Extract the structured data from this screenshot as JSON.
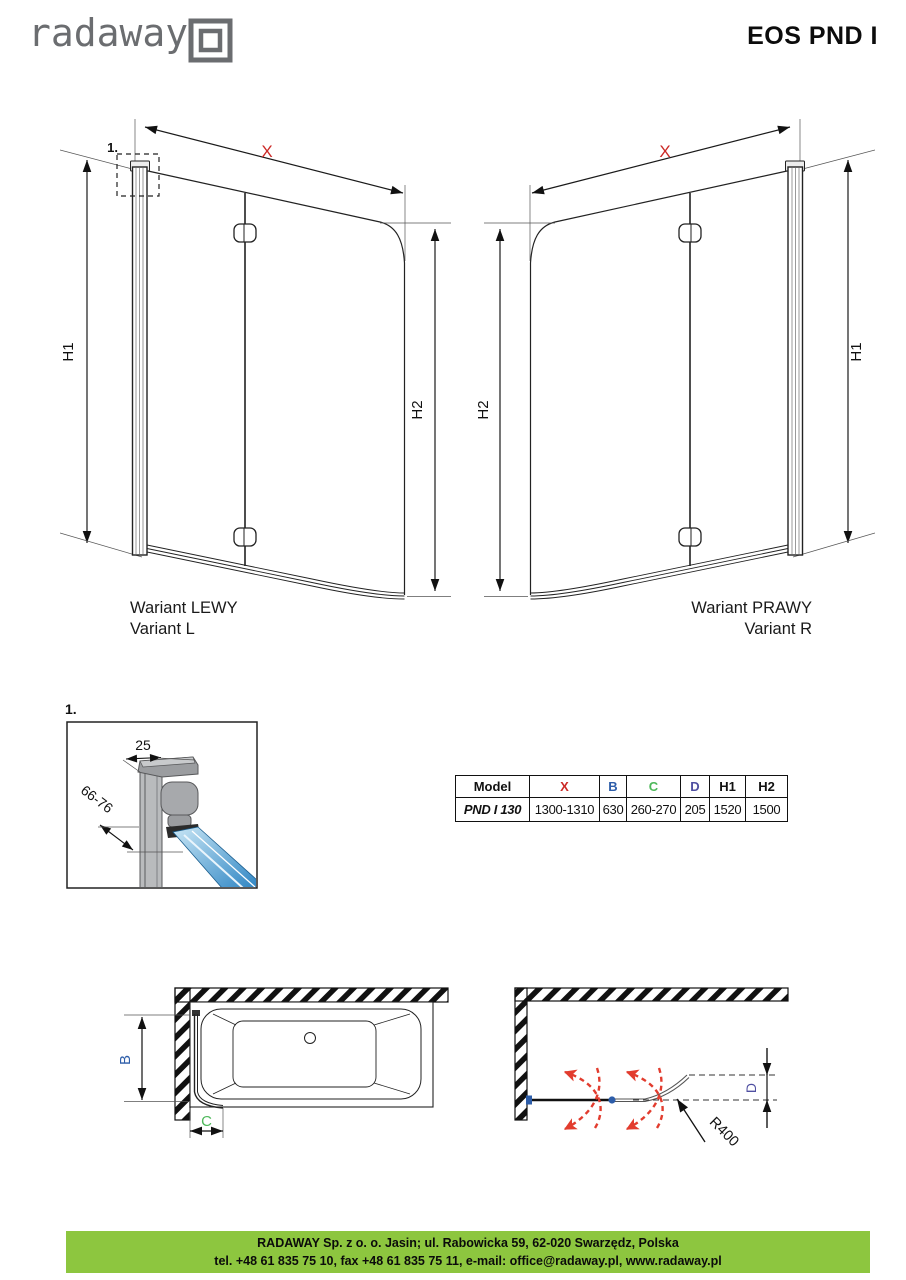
{
  "header": {
    "logo": {
      "text": "radaway"
    },
    "title": "EOS PND I"
  },
  "front_views": {
    "left": {
      "detail_marker": "1.",
      "x_label": "X",
      "h1_label": "H1",
      "h2_label": "H2",
      "caption_pl": "Wariant LEWY",
      "caption_en": "Variant L"
    },
    "right": {
      "x_label": "X",
      "h1_label": "H1",
      "h2_label": "H2",
      "caption_pl": "Wariant PRAWY",
      "caption_en": "Variant R"
    }
  },
  "detail_view": {
    "marker": "1.",
    "profile_width": "25",
    "adjust_range": "66-76"
  },
  "plan_views": {
    "left": {
      "b_label": "B",
      "c_label": "C"
    },
    "right": {
      "d_label": "D",
      "radius": "R400"
    }
  },
  "spec_table": {
    "col_headers": [
      "Model",
      "X",
      "B",
      "C",
      "D",
      "H1",
      "H2"
    ],
    "row": {
      "model": "PND I 130",
      "x": "1300-1310",
      "b": "630",
      "c": "260-270",
      "d": "205",
      "h1": "1520",
      "h2": "1500"
    }
  },
  "colors": {
    "x_red": "#cc2a27",
    "b_blue": "#2d5da9",
    "c_green": "#4db85a",
    "d_violet": "#4f4fa1",
    "footer_green": "#8dc63f",
    "logo_gray": "#6b6d70"
  },
  "footer": {
    "line1": "RADAWAY Sp. z o. o. Jasin; ul. Rabowicka 59, 62-020 Swarzędz, Polska",
    "line2": "tel. +48 61 835 75 10, fax +48 61 835 75 11, e-mail: office@radaway.pl, www.radaway.pl"
  }
}
